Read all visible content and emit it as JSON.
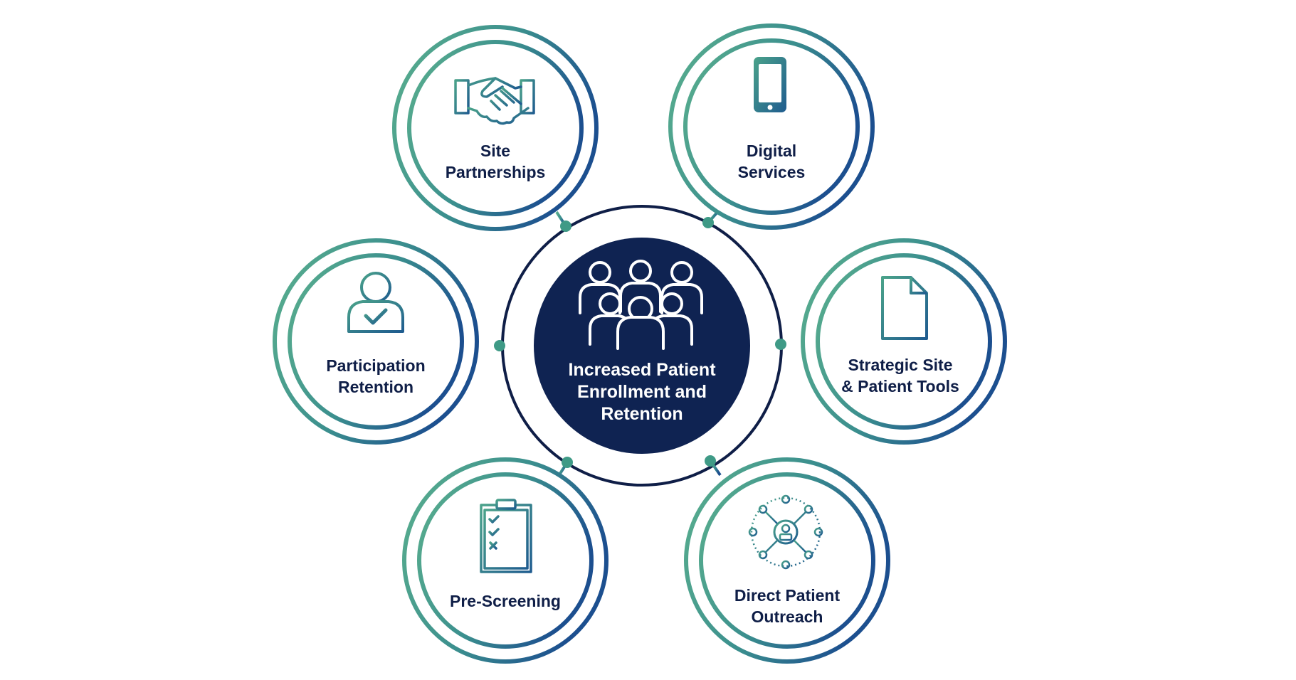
{
  "center": {
    "title": "Increased Patient\nEnrollment and\nRetention",
    "icon": "people-group-icon"
  },
  "nodes": [
    {
      "id": "site-partnerships",
      "label": "Site\nPartnerships",
      "icon": "handshake-icon"
    },
    {
      "id": "digital-services",
      "label": "Digital\nServices",
      "icon": "smartphone-icon"
    },
    {
      "id": "participation-retention",
      "label": "Participation\nRetention",
      "icon": "user-check-icon"
    },
    {
      "id": "strategic-tools",
      "label": "Strategic Site\n& Patient Tools",
      "icon": "document-icon"
    },
    {
      "id": "pre-screening",
      "label": "Pre-Screening",
      "icon": "clipboard-checklist-icon"
    },
    {
      "id": "direct-outreach",
      "label": "Direct Patient\nOutreach",
      "icon": "network-person-icon"
    }
  ],
  "colors": {
    "navy": "#0f1e47",
    "teal": "#4aa28a",
    "blue": "#1f5c8f",
    "center_fill": "#0f2352"
  }
}
